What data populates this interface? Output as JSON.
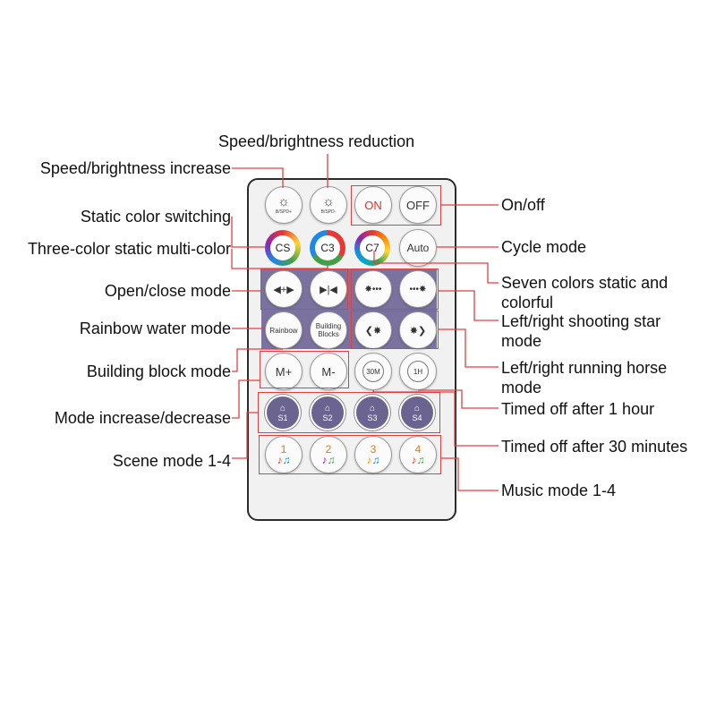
{
  "labels": {
    "speed_reduction": "Speed/brightness reduction",
    "speed_increase": "Speed/brightness increase",
    "static_switching": "Static color switching",
    "three_color": "Three-color static multi-color",
    "open_close": "Open/close mode",
    "rainbow_water": "Rainbow water mode",
    "building_block": "Building block mode",
    "mode_inc_dec": "Mode increase/decrease",
    "scene_mode": "Scene mode 1-4",
    "on_off": "On/off",
    "cycle_mode": "Cycle mode",
    "seven_colors_1": "Seven colors static and",
    "seven_colors_2": "colorful",
    "shooting_star_1": "Left/right shooting star",
    "shooting_star_2": "mode",
    "running_horse_1": "Left/right running horse",
    "running_horse_2": "mode",
    "timed_1h": "Timed off after 1 hour",
    "timed_30m": "Timed off after 30 minutes",
    "music_mode": "Music mode 1-4"
  },
  "buttons": {
    "b_spd_plus": "B/SPD+",
    "b_spd_minus": "B/SPD-",
    "on": "ON",
    "off": "OFF",
    "cs": "CS",
    "c3": "C3",
    "c7": "C7",
    "auto": "Auto",
    "rainbow": "Rainbow",
    "building_1": "Building",
    "building_2": "Blocks",
    "m_plus": "M+",
    "m_minus": "M-",
    "t30m": "30M",
    "t1h": "1H",
    "s1": "S1",
    "s2": "S2",
    "s3": "S3",
    "s4": "S4",
    "n1": "1",
    "n2": "2",
    "n3": "3",
    "n4": "4"
  },
  "colors": {
    "leader": "#e24040",
    "on_text": "#e03030",
    "scene_fill": "#6b6390",
    "panel_purple": "#7b72a0"
  }
}
